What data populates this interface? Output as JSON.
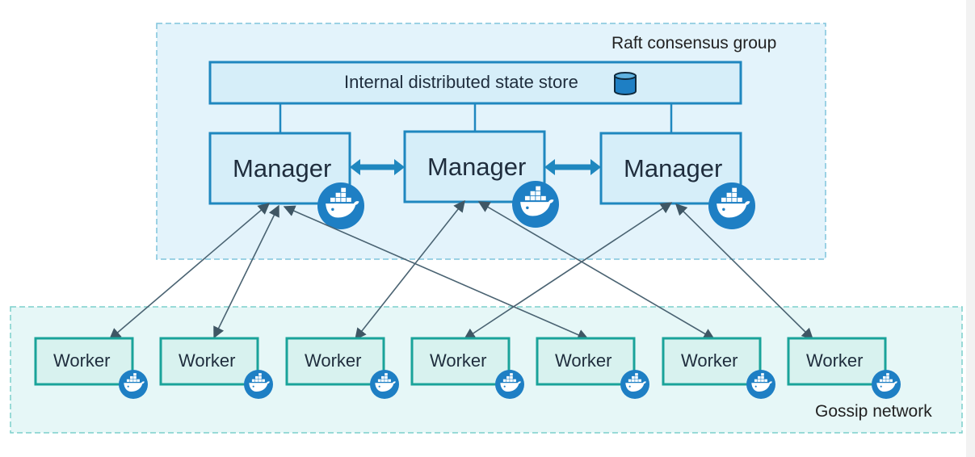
{
  "raft_group": {
    "label": "Raft consensus group"
  },
  "gossip_group": {
    "label": "Gossip network"
  },
  "state_store": {
    "label": "Internal distributed state store",
    "icon": "database-icon"
  },
  "managers": [
    {
      "label": "Manager",
      "icon": "docker-whale-icon"
    },
    {
      "label": "Manager",
      "icon": "docker-whale-icon"
    },
    {
      "label": "Manager",
      "icon": "docker-whale-icon"
    }
  ],
  "workers": [
    {
      "label": "Worker",
      "icon": "docker-whale-icon"
    },
    {
      "label": "Worker",
      "icon": "docker-whale-icon"
    },
    {
      "label": "Worker",
      "icon": "docker-whale-icon"
    },
    {
      "label": "Worker",
      "icon": "docker-whale-icon"
    },
    {
      "label": "Worker",
      "icon": "docker-whale-icon"
    },
    {
      "label": "Worker",
      "icon": "docker-whale-icon"
    },
    {
      "label": "Worker",
      "icon": "docker-whale-icon"
    }
  ],
  "connections": [
    {
      "from": "worker-1",
      "to": "manager-1"
    },
    {
      "from": "worker-2",
      "to": "manager-1"
    },
    {
      "from": "worker-5",
      "to": "manager-1"
    },
    {
      "from": "worker-3",
      "to": "manager-2"
    },
    {
      "from": "worker-6",
      "to": "manager-2"
    },
    {
      "from": "worker-4",
      "to": "manager-3"
    },
    {
      "from": "worker-7",
      "to": "manager-3"
    }
  ],
  "colors": {
    "raft_fill": "#e3f3fb",
    "raft_border": "#7fc4dc",
    "gossip_fill": "#e6f7f7",
    "gossip_border": "#7ccfcb",
    "manager_fill": "#d6eef9",
    "manager_border": "#1f87bf",
    "worker_fill": "#d8f2ef",
    "worker_border": "#1aa39a",
    "docker_blue": "#1e7fc4",
    "arrow": "#4a6372",
    "manager_link": "#1f87bf"
  }
}
